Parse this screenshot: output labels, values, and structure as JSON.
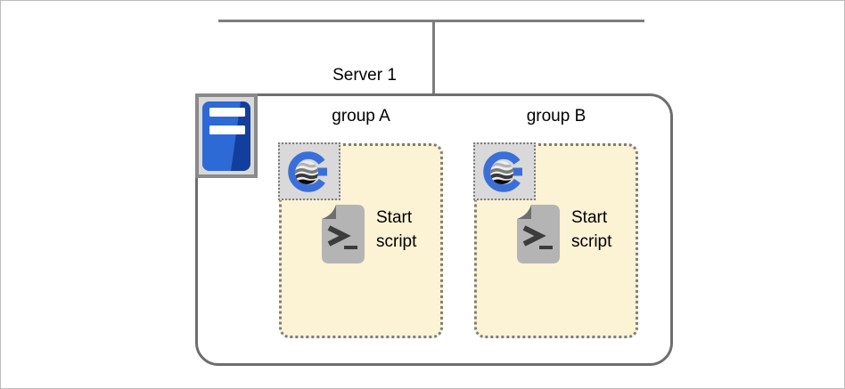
{
  "diagram": {
    "title": "",
    "server": {
      "label": "Server 1",
      "icon": "server-icon"
    },
    "groups": [
      {
        "label": "group A",
        "app_icon": "g-logo-icon",
        "items": [
          {
            "icon": "script-file-icon",
            "label": "Start script"
          }
        ]
      },
      {
        "label": "group B",
        "app_icon": "g-logo-icon",
        "items": [
          {
            "icon": "script-file-icon",
            "label": "Start script"
          }
        ]
      }
    ],
    "colors": {
      "connector_gray": "#7d7d7d",
      "server_border": "#6e6e6e",
      "group_fill": "#fcf2d4",
      "group_border": "#7d7d7d",
      "icon_tile_fill": "#d9d9d9",
      "server_icon_blue_dark": "#123f9e",
      "server_icon_blue_light": "#2e6ad6",
      "g_logo_blue": "#3a6fd8",
      "script_file_gray": "#b4b4b4",
      "script_file_fold": "#6e6e6e"
    }
  }
}
